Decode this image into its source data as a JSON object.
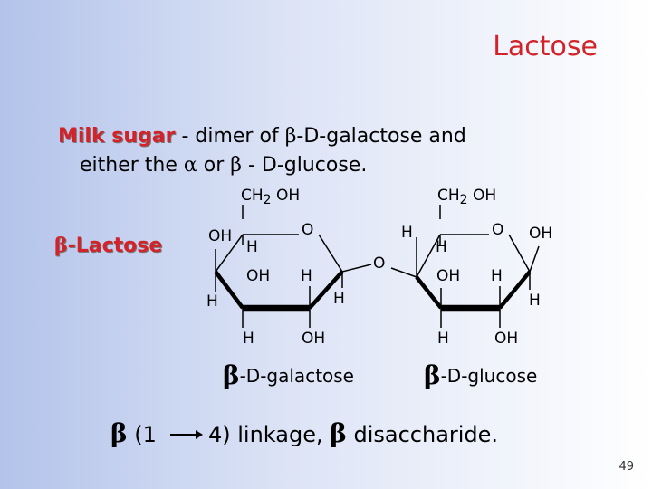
{
  "slide": {
    "title": "Lactose",
    "intro": {
      "keyword": "Milk sugar",
      "line1_rest": " - dimer of ",
      "beta": "β",
      "line1_end": "-D-galactose and",
      "line2_start": "either the ",
      "alpha": "α",
      "line2_mid": " or ",
      "line2_end": " - D-glucose."
    },
    "side_label": {
      "beta": "β",
      "text": "-Lactose"
    },
    "galactose": {
      "ch2": "CH",
      "sub": "2",
      "oh": " OH",
      "ring_o": "O",
      "c1_h": "H",
      "c2_h": "H",
      "c2_oh": "OH",
      "c3_h": "H",
      "c3_oh": "OH",
      "c4_oh": "OH",
      "c4_h": "H",
      "c5_h": "H",
      "caption_beta": "β",
      "caption": "-D-galactose"
    },
    "bridge_o": "O",
    "glucose": {
      "ch2": "CH",
      "sub": "2",
      "oh": " OH",
      "ring_o": "O",
      "c1_oh": "OH",
      "c1_h": "H",
      "c2_oh": "OH",
      "c2_h": "H",
      "c3_oh": "OH",
      "c3_h": "H",
      "c4_h": "H",
      "c5_h": "H",
      "caption_beta": "β",
      "caption": "-D-glucose"
    },
    "linkage": {
      "beta": "β",
      "start": " (1",
      "end": "4) linkage, ",
      "beta2": "β",
      "tail": " disaccharide."
    },
    "page_number": "49"
  }
}
